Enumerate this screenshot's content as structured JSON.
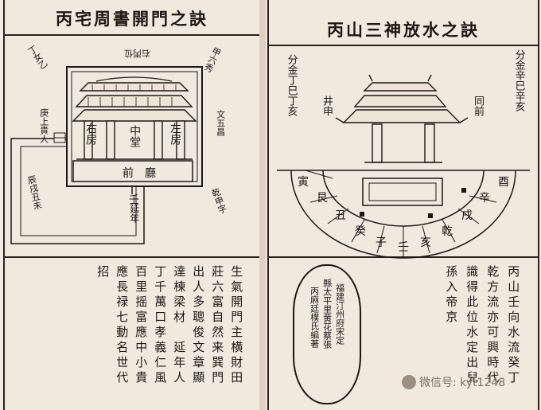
{
  "left_page": {
    "title": "丙宅周書開門之訣",
    "diagram_labels": {
      "top_left_outer": "丁女乙",
      "top_left_inner": "右丙位",
      "top_right_outer": "甲六秀",
      "right_mid": "文五昌",
      "right_low": "乾申字",
      "left_mid": "庚上貴人",
      "left_low": "辰戌丑未",
      "right_room": "左房",
      "left_room": "右房",
      "center_hall": "中堂",
      "front_hall": "前廳",
      "direction": "壬",
      "year": "延年"
    },
    "verse_columns": [
      "生氣開門主横財田",
      "莊六富自然来巽門",
      "出人多聰俊文章顯",
      "達棟梁材　延年人",
      "丁千萬口孝義仁風",
      "百里摇富應中小貴",
      "應長禄七動名世代",
      "招"
    ]
  },
  "right_page": {
    "title": "丙山三神放水之訣",
    "corner_right": "分金辛巳辛亥",
    "corner_left": "分金丁巳丁亥",
    "label_right": "同前",
    "label_left": "井申",
    "ring_labels": [
      "寅",
      "艮",
      "丑",
      "癸",
      "子",
      "壬",
      "亥",
      "乾",
      "戌",
      "辛",
      "酉"
    ],
    "verse_columns": [
      "丙山壬向水流癸丁",
      "乾方流亦可興時代",
      "識得此位水定出兒",
      "孫入帝京"
    ],
    "seal_columns": [
      "福建汀州府宋定",
      "縣太平里黄花蔡張",
      "丙麻廷樸氏編著"
    ]
  },
  "watermark": "微信号: kyt1248"
}
